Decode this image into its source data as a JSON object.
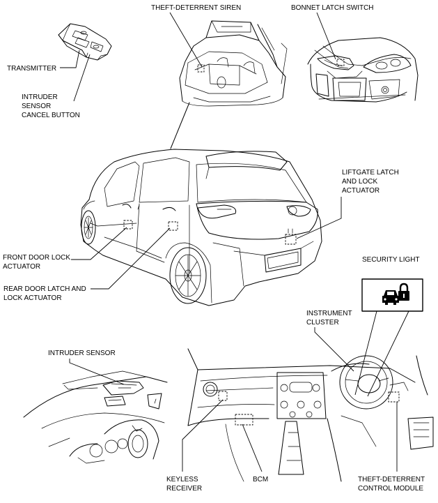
{
  "labels": {
    "theft_deterrent_siren": "THEFT-DETERRENT SIREN",
    "bonnet_latch_switch": "BONNET LATCH SWITCH",
    "transmitter": "TRANSMITTER",
    "intruder_sensor_cancel_button": [
      "INTRUDER",
      "SENSOR",
      "CANCEL BUTTON"
    ],
    "liftgate_latch_and_lock_actuator": [
      "LIFTGATE LATCH",
      "AND LOCK",
      "ACTUATOR"
    ],
    "front_door_lock_actuator": [
      "FRONT DOOR LOCK",
      "ACTUATOR"
    ],
    "rear_door_latch_and_lock_actuator": [
      "REAR DOOR LATCH AND",
      "LOCK ACTUATOR"
    ],
    "security_light": "SECURITY LIGHT",
    "instrument_cluster": [
      "INSTRUMENT",
      "CLUSTER"
    ],
    "intruder_sensor": "INTRUDER SENSOR",
    "keyless_receiver": [
      "KEYLESS",
      "RECEIVER"
    ],
    "bcm": "BCM",
    "theft_deterrent_control_module": [
      "THEFT-DETERRENT",
      "CONTROL MODULE"
    ]
  },
  "icons": {
    "security_light_symbol": "car-with-padlock-icon"
  },
  "colors": {
    "line": "#000000",
    "background": "#ffffff"
  }
}
